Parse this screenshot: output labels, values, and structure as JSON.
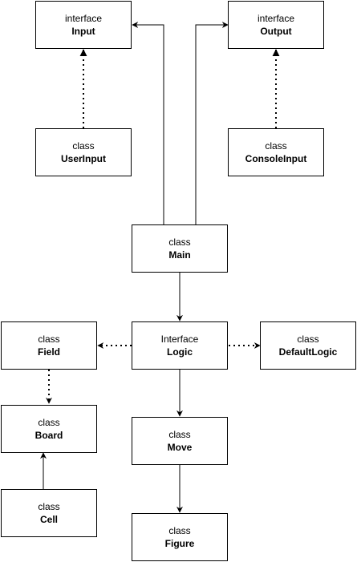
{
  "nodes": {
    "input": {
      "kind": "interface",
      "name": "Input"
    },
    "output": {
      "kind": "interface",
      "name": "Output"
    },
    "userinput": {
      "kind": "class",
      "name": "UserInput"
    },
    "consoleinput": {
      "kind": "class",
      "name": "ConsoleInput"
    },
    "main": {
      "kind": "class",
      "name": "Main"
    },
    "field": {
      "kind": "class",
      "name": "Field"
    },
    "logic": {
      "kind": "Interface",
      "name": "Logic"
    },
    "defaultlogic": {
      "kind": "class",
      "name": "DefaultLogic"
    },
    "board": {
      "kind": "class",
      "name": "Board"
    },
    "move": {
      "kind": "class",
      "name": "Move"
    },
    "cell": {
      "kind": "class",
      "name": "Cell"
    },
    "figure": {
      "kind": "class",
      "name": "Figure"
    }
  },
  "edges": [
    {
      "from": "userinput",
      "to": "input",
      "style": "dotted",
      "head": "triangle"
    },
    {
      "from": "consoleinput",
      "to": "output",
      "style": "dotted",
      "head": "triangle"
    },
    {
      "from": "main",
      "to": "input",
      "style": "solid",
      "head": "arrow"
    },
    {
      "from": "main",
      "to": "output",
      "style": "solid",
      "head": "arrow"
    },
    {
      "from": "main",
      "to": "logic",
      "style": "solid",
      "head": "arrow"
    },
    {
      "from": "logic",
      "to": "field",
      "style": "dotted",
      "head": "arrow"
    },
    {
      "from": "logic",
      "to": "defaultlogic",
      "style": "dotted",
      "head": "arrow"
    },
    {
      "from": "field",
      "to": "board",
      "style": "dotted",
      "head": "arrow"
    },
    {
      "from": "logic",
      "to": "move",
      "style": "solid",
      "head": "arrow"
    },
    {
      "from": "move",
      "to": "figure",
      "style": "solid",
      "head": "arrow"
    },
    {
      "from": "cell",
      "to": "board",
      "style": "solid",
      "head": "arrow"
    }
  ]
}
